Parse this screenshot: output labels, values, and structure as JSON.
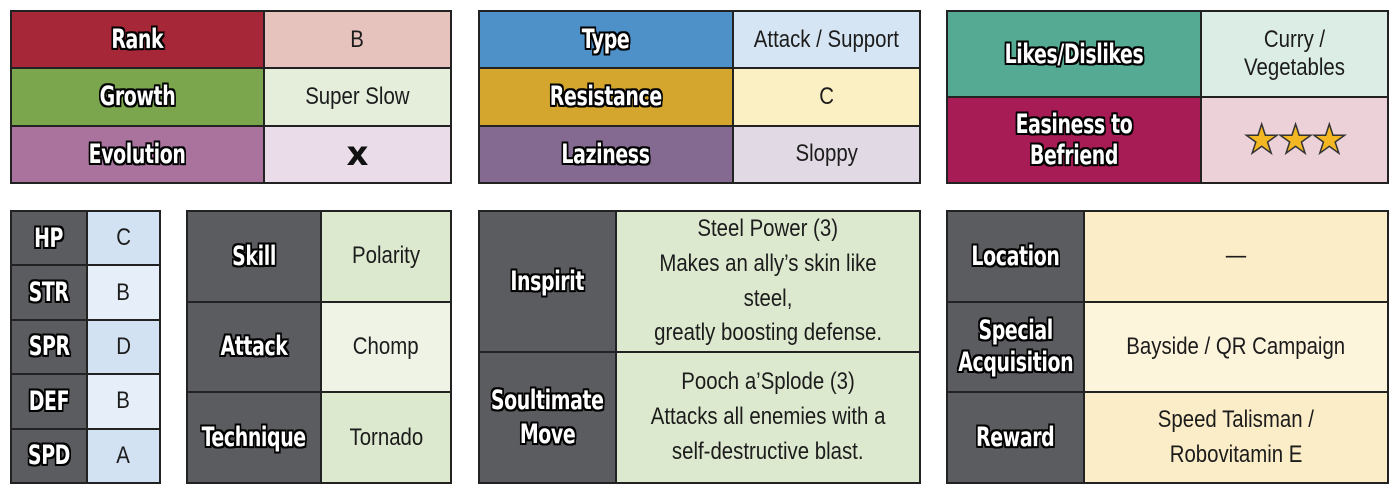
{
  "basic": {
    "rank_label": "Rank",
    "rank_value": "B",
    "growth_label": "Growth",
    "growth_value": "Super Slow",
    "evolution_label": "Evolution",
    "evolution_value": "x"
  },
  "traits": {
    "type_label": "Type",
    "type_value": "Attack / Support",
    "resistance_label": "Resistance",
    "resistance_value": "C",
    "laziness_label": "Laziness",
    "laziness_value": "Sloppy"
  },
  "social": {
    "likes_label": "Likes/Dislikes",
    "likes_value": "Curry / Vegetables",
    "befriend_label": "Easiness to Befriend",
    "befriend_stars": "★★★"
  },
  "stats": [
    {
      "label": "HP",
      "value": "C"
    },
    {
      "label": "STR",
      "value": "B"
    },
    {
      "label": "SPR",
      "value": "D"
    },
    {
      "label": "DEF",
      "value": "B"
    },
    {
      "label": "SPD",
      "value": "A"
    }
  ],
  "abilities": [
    {
      "label": "Skill",
      "value": "Polarity"
    },
    {
      "label": "Attack",
      "value": "Chomp"
    },
    {
      "label": "Technique",
      "value": "Tornado"
    }
  ],
  "moves": {
    "inspirit_label": "Inspirit",
    "inspirit_name": "Steel Power (3)",
    "inspirit_desc1": "Makes an ally’s skin like steel,",
    "inspirit_desc2": "greatly boosting defense.",
    "soultimate_label1": "Soultimate",
    "soultimate_label2": "Move",
    "soultimate_name": "Pooch a’Splode (3)",
    "soultimate_desc1": "Attacks all enemies with a",
    "soultimate_desc2": "self-destructive blast."
  },
  "acquire": {
    "location_label": "Location",
    "location_value": "—",
    "special_label1": "Special",
    "special_label2": "Acquisition",
    "special_value": "Bayside / QR Campaign",
    "reward_label": "Reward",
    "reward_value1": "Speed Talisman /",
    "reward_value2": "Robovitamin E"
  },
  "colors": {
    "rank": "#a62838",
    "rank_val": "#e6c4bd",
    "growth": "#7ba64e",
    "growth_val": "#e5eddb",
    "evolution": "#a9739d",
    "evolution_val": "#eadde9",
    "type": "#4e90c8",
    "type_val": "#d6e5f4",
    "resistance": "#d4a62d",
    "resistance_val": "#fbefc4",
    "laziness": "#846a90",
    "laziness_val": "#e1d9e3",
    "likes": "#55aa94",
    "likes_val": "#dcede6",
    "befriend": "#a81c56",
    "befriend_val": "#ecd2d8",
    "stat_label": "#5b5c60",
    "stat_val_light": "#e5eef9",
    "stat_val_blue": "#d2e2f3",
    "ability_val": "#dde9cf",
    "acquire_val": "#fbedc7"
  }
}
